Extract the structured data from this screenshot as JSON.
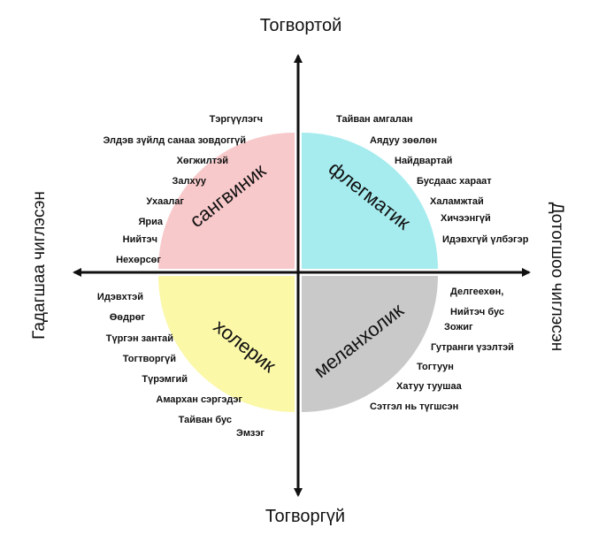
{
  "axes": {
    "top": "Тогвортой",
    "bottom": "Тогворгүй",
    "left": "Гадагшаа чиглэсэн",
    "right": "Дотогшоо чиглэсэн"
  },
  "quadrants": {
    "sanguine": {
      "name": "сангвиник",
      "color": "#f8c9cb",
      "traits": [
        "Тэргүүлэгч",
        "Элдэв зүйлд санаа зовдоггүй",
        "Хөгжилтэй",
        "Залхуу",
        "Ухаалаг",
        "Яриа",
        "Нийтэч",
        "Нехөрсөг"
      ]
    },
    "phlegmatic": {
      "name": "флегматик",
      "color": "#a6ecef",
      "traits": [
        "Тайван амгалан",
        "Аядуу зөөлөн",
        "Найдвартай",
        "Бусдаас хараат",
        "Халамжтай",
        "Хичээнгүй",
        "Идэвхгүй үлбэгэр"
      ]
    },
    "choleric": {
      "name": "холерик",
      "color": "#fbf8a8",
      "traits": [
        "Идэвхтэй",
        "Өөдрөг",
        "Түргэн зантай",
        "Тогтворгүй",
        "Түрэмгий",
        "Амархан сэргэдэг",
        "Тайван бус",
        "Эмзэг"
      ]
    },
    "melancholic": {
      "name": "меланхолик",
      "color": "#c9c9c9",
      "traits": [
        "Делгеехөн,",
        "Нийтэч бус",
        "Зожиг",
        "Гутранги үзэлтэй",
        "Тогтуун",
        "Хатуу туушаа",
        "Сэтгэл нь түгшсэн"
      ]
    }
  }
}
